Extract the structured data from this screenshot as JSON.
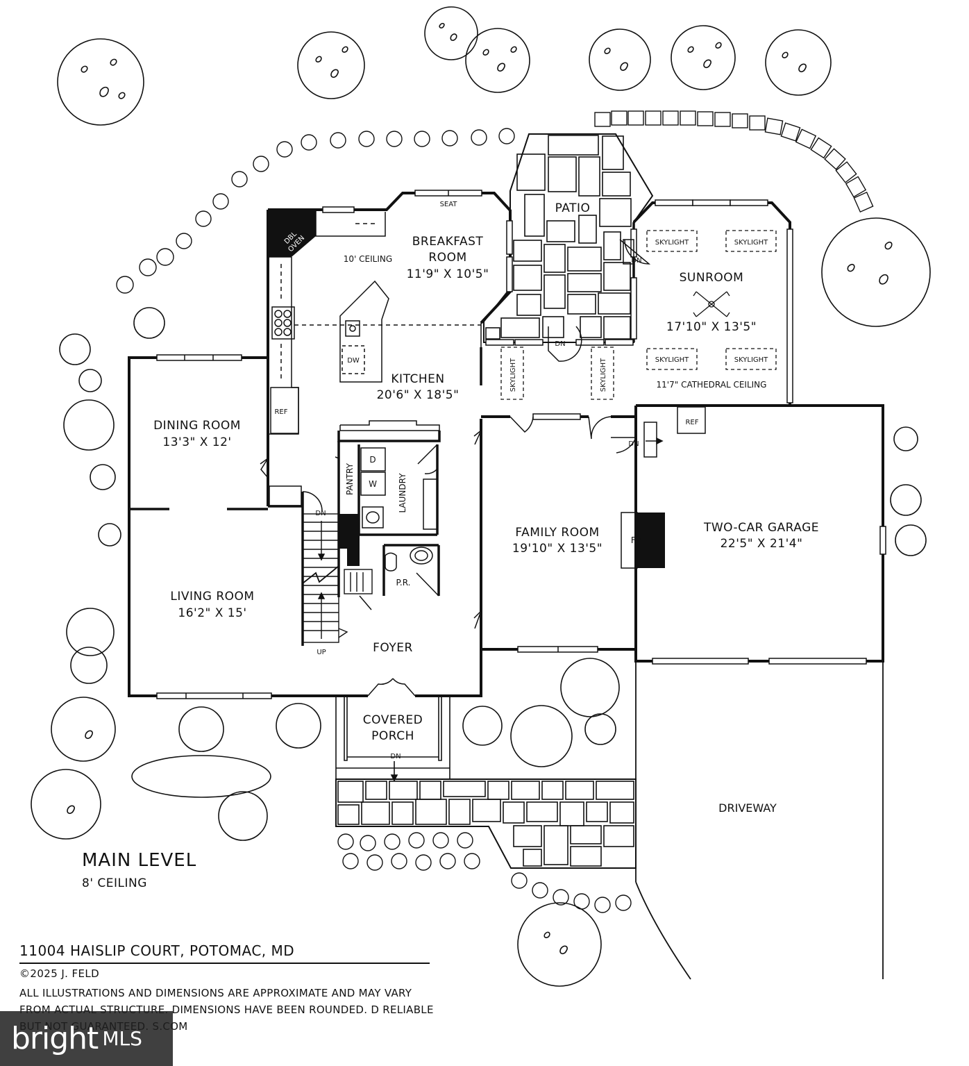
{
  "level": {
    "title": "MAIN LEVEL",
    "ceiling": "8' CEILING"
  },
  "address": "11004 HAISLIP COURT, POTOMAC, MD",
  "copyright": "©2025 J. FELD",
  "disclaimer": "ALL ILLUSTRATIONS AND DIMENSIONS ARE APPROXIMATE AND MAY VARY FROM ACTUAL STRUCTURE. DIMENSIONS HAVE BEEN ROUNDED. D RELIABLE BUT NOT GUARANTEED. S.COM",
  "watermark": {
    "brand": "bright",
    "suffix": "MLS"
  },
  "rooms": {
    "breakfast": {
      "name1": "BREAKFAST",
      "name2": "ROOM",
      "dims": "11'9\" X 10'5\""
    },
    "kitchen": {
      "name": "KITCHEN",
      "dims": "20'6\" X 18'5\"",
      "ceiling": "10' CEILING"
    },
    "dining": {
      "name": "DINING ROOM",
      "dims": "13'3\" X 12'"
    },
    "living": {
      "name": "LIVING ROOM",
      "dims": "16'2\" X 15'"
    },
    "family": {
      "name": "FAMILY ROOM",
      "dims": "19'10\" X 13'5\""
    },
    "garage": {
      "name": "TWO-CAR GARAGE",
      "dims": "22'5\" X 21'4\""
    },
    "sunroom": {
      "name": "SUNROOM",
      "dims": "17'10\" X 13'5\"",
      "ceiling": "11'7\" CATHEDRAL CEILING"
    },
    "patio": {
      "name": "PATIO"
    },
    "foyer": {
      "name": "FOYER"
    },
    "porch": {
      "name1": "COVERED",
      "name2": "PORCH"
    },
    "driveway": {
      "name": "DRIVEWAY"
    },
    "laundry": {
      "name": "LAUNDRY"
    },
    "pantry": {
      "name": "PANTRY"
    },
    "powder": {
      "name": "P.R."
    }
  },
  "fixtures": {
    "seat": "SEAT",
    "dbl_oven1": "DBL",
    "dbl_oven2": "OVEN",
    "dw": "DW",
    "ref": "REF",
    "dryer": "D",
    "washer": "W",
    "fp": "FP",
    "skylight": "SKYLIGHT",
    "dn": "DN",
    "up": "UP"
  }
}
